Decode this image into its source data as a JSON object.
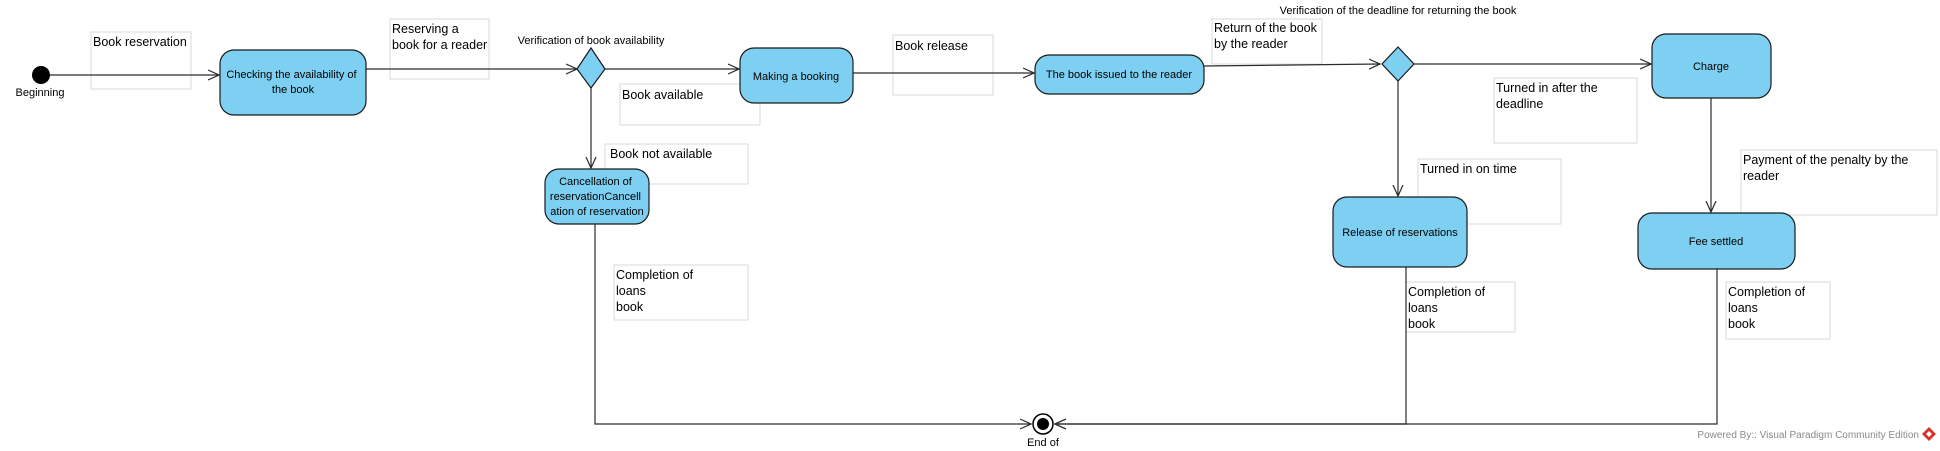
{
  "diagram": {
    "start_label": "Beginning",
    "end_label": "End of",
    "activities": {
      "checking": [
        "Checking the availability of",
        "the book"
      ],
      "making_booking": "Making a booking",
      "book_issued": "The book issued to the reader",
      "charge": "Charge",
      "cancellation": [
        "Cancellation of",
        "reservationCancell",
        "ation of reservation"
      ],
      "release_reservations": "Release of reservations",
      "fee_settled": "Fee settled"
    },
    "decisions": {
      "availability": "Verification of book availability",
      "deadline": "Verification of the deadline for returning the book"
    },
    "notes": {
      "book_reservation": [
        "Book reservation"
      ],
      "reserving": [
        "Reserving a",
        "book for a reader"
      ],
      "book_available": [
        "Book available"
      ],
      "book_not_available": [
        "Book not available"
      ],
      "book_release": [
        "Book release"
      ],
      "return_of_book": [
        "Return of the book",
        "by the reader"
      ],
      "turned_in_after": [
        "Turned in after the",
        "deadline"
      ],
      "turned_in_on_time": [
        "Turned in on time"
      ],
      "payment_penalty": [
        "Payment of the penalty by the",
        "reader"
      ],
      "completion_1": [
        "Completion of",
        "loans",
        "book"
      ],
      "completion_2": [
        "Completion of",
        "loans",
        "book"
      ],
      "completion_3": [
        "Completion of",
        "loans",
        "book"
      ]
    },
    "colors": {
      "activity_fill": "#7dd0f2",
      "activity_stroke": "#1a1a1a",
      "line": "#2b2b2b",
      "note_border": "#d9d9d9",
      "brand_icon": "#d6322b"
    },
    "footer": {
      "powered_by": "Powered By:: Visual Paradigm Community Edition",
      "icon": "visual-paradigm-logo-icon"
    }
  }
}
